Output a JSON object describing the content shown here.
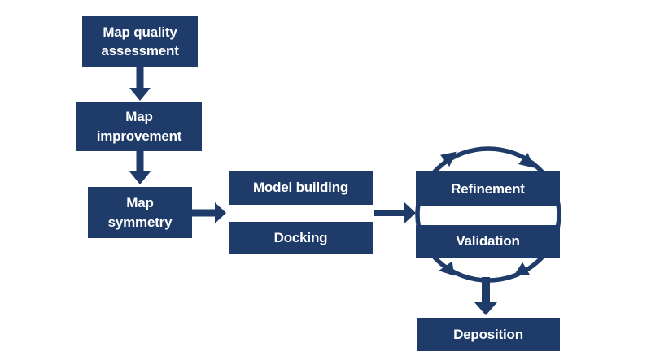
{
  "palette": {
    "node_fill": "#1f3b69",
    "node_text": "#ffffff",
    "background": "#ffffff"
  },
  "diagram": {
    "type": "flowchart",
    "flow": [
      "Map quality assessment -> Map improvement",
      "Map improvement -> Map symmetry",
      "Map symmetry -> Model building / Docking",
      "Model building / Docking -> Refinement / Validation",
      "Refinement <-> Validation (clockwise cycle)",
      "Refinement / Validation -> Deposition"
    ]
  },
  "nodes": {
    "map_quality_assessment": {
      "lines": [
        "Map quality",
        "assessment"
      ]
    },
    "map_improvement": {
      "lines": [
        "Map",
        "improvement"
      ]
    },
    "map_symmetry": {
      "lines": [
        "Map",
        "symmetry"
      ]
    },
    "model_building": {
      "lines": [
        "Model building"
      ]
    },
    "docking": {
      "lines": [
        "Docking"
      ]
    },
    "refinement": {
      "lines": [
        "Refinement"
      ]
    },
    "validation": {
      "lines": [
        "Validation"
      ]
    },
    "deposition": {
      "lines": [
        "Deposition"
      ]
    }
  }
}
